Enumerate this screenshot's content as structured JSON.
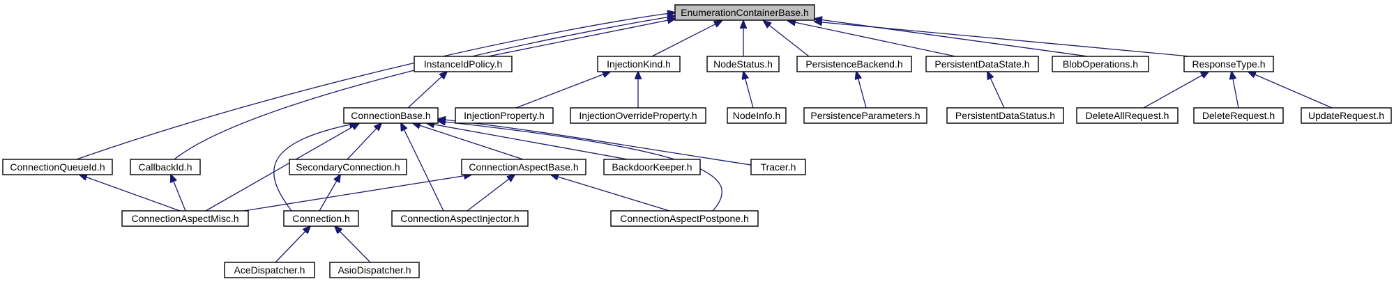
{
  "graph": {
    "root": "EnumerationContainerBase.h",
    "nodes": {
      "ecb": "EnumerationContainerBase.h",
      "iip": "InstanceIdPolicy.h",
      "ik": "InjectionKind.h",
      "ns": "NodeStatus.h",
      "pb": "PersistenceBackend.h",
      "pds": "PersistentDataState.h",
      "bo": "BlobOperations.h",
      "rt": "ResponseType.h",
      "cb": "ConnectionBase.h",
      "ip": "InjectionProperty.h",
      "iop": "InjectionOverrideProperty.h",
      "ni": "NodeInfo.h",
      "pp": "PersistenceParameters.h",
      "pdst": "PersistentDataStatus.h",
      "dar": "DeleteAllRequest.h",
      "dr": "DeleteRequest.h",
      "ur": "UpdateRequest.h",
      "cqi": "ConnectionQueueId.h",
      "cid": "CallbackId.h",
      "sc": "SecondaryConnection.h",
      "cab": "ConnectionAspectBase.h",
      "bk": "BackdoorKeeper.h",
      "tr": "Tracer.h",
      "cam": "ConnectionAspectMisc.h",
      "con": "Connection.h",
      "cai": "ConnectionAspectInjector.h",
      "cap": "ConnectionAspectPostpone.h",
      "ad": "AceDispatcher.h",
      "asd": "AsioDispatcher.h"
    },
    "edges": [
      [
        "iip",
        "ecb"
      ],
      [
        "ik",
        "ecb"
      ],
      [
        "ns",
        "ecb"
      ],
      [
        "pb",
        "ecb"
      ],
      [
        "pds",
        "ecb"
      ],
      [
        "bo",
        "ecb"
      ],
      [
        "rt",
        "ecb"
      ],
      [
        "cqi",
        "ecb"
      ],
      [
        "cid",
        "ecb"
      ],
      [
        "cb",
        "iip"
      ],
      [
        "ip",
        "ik"
      ],
      [
        "iop",
        "ik"
      ],
      [
        "ni",
        "ns"
      ],
      [
        "pp",
        "pb"
      ],
      [
        "pdst",
        "pds"
      ],
      [
        "dar",
        "rt"
      ],
      [
        "dr",
        "rt"
      ],
      [
        "ur",
        "rt"
      ],
      [
        "sc",
        "cb"
      ],
      [
        "cab",
        "cb"
      ],
      [
        "bk",
        "cb"
      ],
      [
        "tr",
        "cb"
      ],
      [
        "cam",
        "cb"
      ],
      [
        "con",
        "cb"
      ],
      [
        "cai",
        "cb"
      ],
      [
        "cap",
        "cb"
      ],
      [
        "cam",
        "cqi"
      ],
      [
        "cam",
        "cid"
      ],
      [
        "con",
        "sc"
      ],
      [
        "cam",
        "cab"
      ],
      [
        "cai",
        "cab"
      ],
      [
        "cap",
        "cab"
      ],
      [
        "ad",
        "con"
      ],
      [
        "asd",
        "con"
      ]
    ]
  }
}
